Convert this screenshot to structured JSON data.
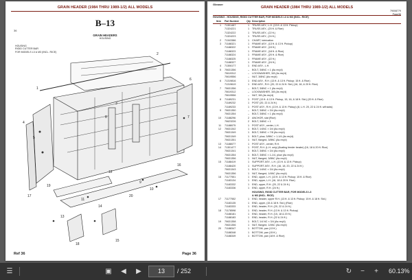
{
  "left_page": {
    "header": "GRAIN HEADER (1984 THRU 1989-1/2) ALL MODELS",
    "ref_code": "B–13",
    "page_num": "36",
    "subheader_line1": "GRAIN HEADERS",
    "subheader_line2": "HOUSING",
    "housing_label": "HOUSING\nRIGID CUTTER BAR\nFOR MODELS L3 & M3 (INCL. RICE)",
    "footer_left": "Ref",
    "footer_left_num": "36",
    "footer_right": "Page",
    "footer_right_num": "36"
  },
  "right_page": {
    "brand": "Gleaner",
    "header": "GRAIN HEADER (1984 THRU 1989-1/2) ALL MODELS",
    "doc_number": "79008779",
    "page_ref": "Page36",
    "section_title": "HOUSING - HOUSING, RIGID CUTTER BAR, FOR MODELS L3 & M3 (INCL. RICE)",
    "col_item": "Item",
    "col_part": "Part Number",
    "col_qty": "Qty",
    "col_desc": "Description",
    "rows": [
      {
        "item": "1",
        "part": "71301487",
        "qty": "1",
        "desc": "TRUSS ASY., L.H. (13 ft. & 13 ft. Pickup)"
      },
      {
        "item": "",
        "part": "71324221",
        "qty": "1",
        "desc": "TRUSS ASY., (20 ft. & Rice)"
      },
      {
        "item": "",
        "part": "71324222",
        "qty": "1",
        "desc": "TRUSS ASY., (22 ft.)"
      },
      {
        "item": "",
        "part": "71324223",
        "qty": "1",
        "desc": "TRUSS ASY., (24 ft.)"
      },
      {
        "item": "2",
        "part": "71343386",
        "qty": "1",
        "desc": "CHART, lubrication"
      },
      {
        "item": "3",
        "part": "71188321",
        "qty": "1",
        "desc": "FRAME ASY., (13 ft. & 13 ft. Pickup)"
      },
      {
        "item": "",
        "part": "71188322",
        "qty": "1",
        "desc": "FRAME ASY., (15 ft.)"
      },
      {
        "item": "",
        "part": "71188323",
        "qty": "1",
        "desc": "FRAME ASY., (18 ft. & Rice)"
      },
      {
        "item": "",
        "part": "71188324",
        "qty": "1",
        "desc": "FRAME ASY., (20 ft. & Rice)"
      },
      {
        "item": "",
        "part": "71188325",
        "qty": "1",
        "desc": "FRAME ASY., (22 ft.)"
      },
      {
        "item": "",
        "part": "71188327",
        "qty": "1",
        "desc": "FRAME ASY., (24 ft.)"
      },
      {
        "item": "4",
        "part": "71306177",
        "qty": "1",
        "desc": "END ASY., L.H."
      },
      {
        "item": "5",
        "part": "70631356",
        "qty": "–",
        "desc": "BOLT, 3/8NC × 1 (As req'd)"
      },
      {
        "item": "",
        "part": "70619312",
        "qty": "–",
        "desc": "LOCKWASHER, 3/8 (As req'd)"
      },
      {
        "item": "",
        "part": "70619556",
        "qty": "–",
        "desc": "NUT, 3/8NC (As req'd)"
      },
      {
        "item": "6",
        "part": "71319816",
        "qty": "1",
        "desc": "END ASY., R.H. (13 ft. & 13 ft. Pickup; 15 ft. & Rice)"
      },
      {
        "item": "",
        "part": "71319619",
        "qty": "1",
        "desc": "END ASY., R.H. (20, 22 & 24 ft. Std.) (16, 18, & 20 ft. Rice)"
      },
      {
        "item": "7",
        "part": "70631356",
        "qty": "–",
        "desc": "BOLT, 3/8NC × 1 (As req'd)"
      },
      {
        "item": "",
        "part": "70619312",
        "qty": "–",
        "desc": "LOCKWASHER, 3/8 (As req'd)"
      },
      {
        "item": "",
        "part": "70619556",
        "qty": "–",
        "desc": "NUT, 3/8 (As req'd)"
      },
      {
        "item": "8",
        "part": "71189231",
        "qty": "1",
        "desc": "POST (13 ft. & 13 ft. Pickup, 15, 16, & 18 ft. Std.) (20 ft. & Rice)"
      },
      {
        "item": "",
        "part": "71189232",
        "qty": "1",
        "desc": "POST (20, 22 & 24 ft.)"
      },
      {
        "item": "",
        "part": "71189233",
        "qty": "1",
        "desc": "POST ASY., R.H. (13 ft. & 13 ft. Pickup) (8, L.H. 20, 22 & 24 ft. w/tracks)"
      },
      {
        "item": "9",
        "part": "70631350",
        "qty": "–",
        "desc": "BOLT, 3/8NC × 3/4 (As req'd)"
      },
      {
        "item": "",
        "part": "70631354",
        "qty": "–",
        "desc": "BOLT, 3/8NC × 1 (As req'd)"
      },
      {
        "item": "10",
        "part": "71188296",
        "qty": "2",
        "desc": "ANCHOR, slat (Rice)"
      },
      {
        "item": "",
        "part": "70623226",
        "qty": "2",
        "desc": "BOLT, 3/8NC × 1"
      },
      {
        "item": "11",
        "part": "71188075",
        "qty": "1",
        "desc": "POST ASY., center, L.H."
      },
      {
        "item": "12",
        "part": "70631342",
        "qty": "1",
        "desc": "BOLT, 1/4NC × 3/4 (As req'd)"
      },
      {
        "item": "",
        "part": "70631349",
        "qty": "1",
        "desc": "BOLT, 3/8NC × 7/8 (As req'd)"
      },
      {
        "item": "",
        "part": "70631349",
        "qty": "1",
        "desc": "BOLT, plow, 3/8NC × 1-1/4 (As req'd)"
      },
      {
        "item": "",
        "part": "70631351",
        "qty": "1",
        "desc": "NUT, flanged, 3/8NC (As req'd)"
      },
      {
        "item": "13",
        "part": "71188077",
        "qty": "1",
        "desc": "POST ASY., center, R.H."
      },
      {
        "item": "14",
        "part": "71301477",
        "qty": "1",
        "desc": "POST, R.H. (L.H. only) (floating feeder beater) (16, 18 & 20 ft. Rice)"
      },
      {
        "item": "",
        "part": "70631341",
        "qty": "1",
        "desc": "BOLT, 3/8NC × 3/4 (As req'd)"
      },
      {
        "item": "",
        "part": "70631354",
        "qty": "1",
        "desc": "BOLT, 3/8NC × 1-1/4, plow (As req'd)"
      },
      {
        "item": "",
        "part": "70631356",
        "qty": "1",
        "desc": "NUT, flanged, 3/8NC (As req'd)"
      },
      {
        "item": "15",
        "part": "71188419",
        "qty": "1",
        "desc": "SUPPORT ASY., L.H. (13 ft. & 13 ft. Pickup)"
      },
      {
        "item": "",
        "part": "71188420",
        "qty": "1",
        "desc": "SUPPORT ASY., R.H. (16, 18, 20, 22 & 24 ft.)"
      },
      {
        "item": "",
        "part": "70631343",
        "qty": "1",
        "desc": "BOLT, 1/4NC × 3/4 (As req'd)"
      },
      {
        "item": "",
        "part": "70631356",
        "qty": "1",
        "desc": "NUT, flanged, 1/4NC (As req'd)"
      },
      {
        "item": "16",
        "part": "71177551",
        "qty": "1",
        "desc": "END, upper, L.H. (13 ft. & 13 ft. Pickup; 15 ft. & Rice)"
      },
      {
        "item": "",
        "part": "71183134",
        "qty": "1",
        "desc": "END, upper, L.H. (16, 18 & 20 ft. Rice)"
      },
      {
        "item": "",
        "part": "71183332",
        "qty": "1",
        "desc": "END, upper, R.H. (20, 22 & 24 ft.)"
      },
      {
        "item": "",
        "part": "71183336",
        "qty": "1",
        "desc": "END, upper, R.H. (24 ft.)"
      },
      {
        "item": "",
        "part": "",
        "qty": "",
        "desc": "HOUSING, RIGID CUTTER BAR, FOR MODELS L3",
        "section": true
      },
      {
        "item": "",
        "part": "",
        "qty": "",
        "desc": "& M3 (INCL. RICE)",
        "section": true
      },
      {
        "item": "17",
        "part": "71177552",
        "qty": "1",
        "desc": "END, header, upper R.H. (13 ft. & 13 ft. Pickup; 15 ft. & 18 ft. Std.)"
      },
      {
        "item": "",
        "part": "71183135",
        "qty": "1",
        "desc": "END, upper, (15 & 18 ft. Std.) (Rice)"
      },
      {
        "item": "",
        "part": "71183333",
        "qty": "1",
        "desc": "END, header, R.H. (20, 22 & 24 ft.)"
      },
      {
        "item": "18",
        "part": "71178598",
        "qty": "1",
        "desc": "END, header, R.H. (13 ft. & 13 ft. Pickup)"
      },
      {
        "item": "",
        "part": "71188181",
        "qty": "1",
        "desc": "END, header, R.H. (15, 18 & 20 ft.)"
      },
      {
        "item": "",
        "part": "71188183",
        "qty": "1",
        "desc": "END, header, R.H. (22 & 24 ft.)"
      },
      {
        "item": "19",
        "part": "70631358",
        "qty": "1",
        "desc": "BOLT, 1/4 NC × 3/4 (As req'd)"
      },
      {
        "item": "",
        "part": "70631356",
        "qty": "1",
        "desc": "NUT, flanged, 1/4NC (As req'd)"
      },
      {
        "item": "20",
        "part": "71188347",
        "qty": "1",
        "desc": "BOTTOM, pan (13 ft.)"
      },
      {
        "item": "",
        "part": "71188348",
        "qty": "1",
        "desc": "BOTTOM, pan (15 ft.)"
      },
      {
        "item": "",
        "part": "71188349",
        "qty": "1",
        "desc": "BOTTOM, pan (18 ft. & Rice)"
      }
    ]
  },
  "toolbar": {
    "current_page": "13",
    "total_pages": "/ 252",
    "zoom": "60.13%"
  },
  "icons": [
    "sidebar-toggle-icon",
    "zoom-out-icon",
    "zoom-in-icon",
    "prev-page-icon",
    "next-page-icon",
    "fit-page-icon",
    "rotate-icon"
  ]
}
